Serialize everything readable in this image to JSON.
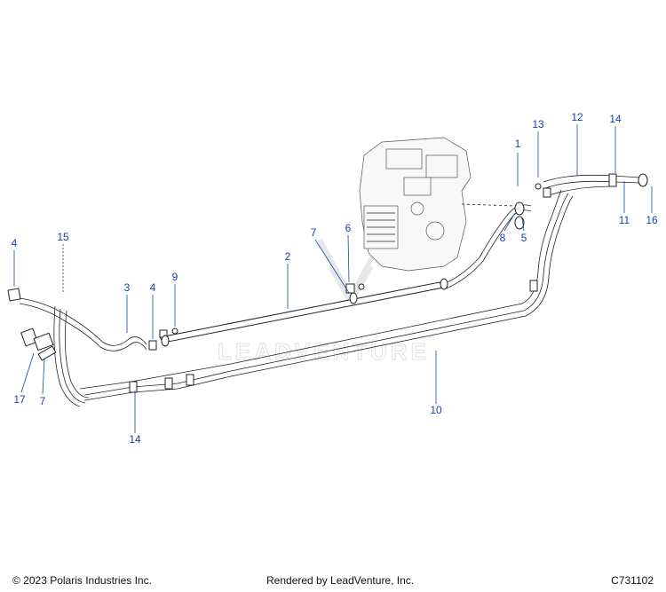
{
  "callouts": [
    "1",
    "2",
    "3",
    "4",
    "4",
    "5",
    "6",
    "7",
    "7",
    "8",
    "9",
    "10",
    "11",
    "12",
    "13",
    "14",
    "14",
    "15",
    "16",
    "17"
  ],
  "watermark": "LEADVENTURE",
  "footer": {
    "copyright": "© 2023 Polaris Industries Inc.",
    "rendered_by": "Rendered by LeadVenture, Inc.",
    "diagram_id": "C731102"
  },
  "colors": {
    "callout": "#1a3fb0",
    "line": "#222222"
  }
}
